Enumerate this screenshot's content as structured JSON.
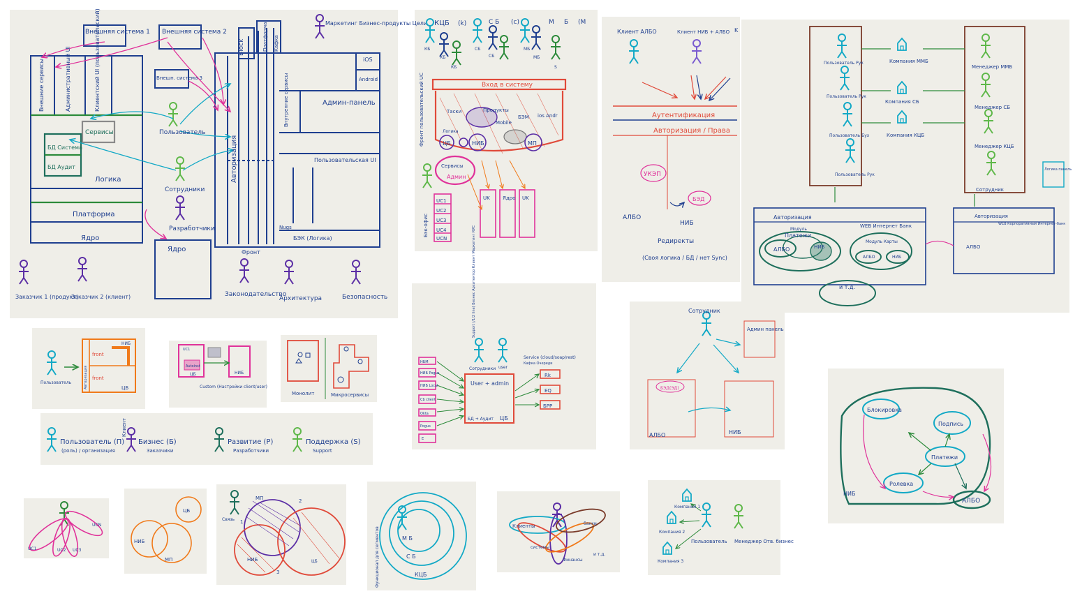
{
  "colors": {
    "blue": "#1f3f8f",
    "teal": "#13a9c6",
    "green": "#2c8a3a",
    "lime": "#5fb84a",
    "purple": "#5b2ea5",
    "pink": "#e0329a",
    "red": "#e04a3a",
    "orange": "#f07a1a",
    "dark": "#1e6f5c",
    "brown": "#7a3b2a",
    "violet": "#7a5bd0",
    "paper": "#efeee8"
  },
  "p1": {
    "ext1": "Внешняя система 1",
    "ext2": "Внешняя система 2",
    "ext3": "Внешн. система 3",
    "external_services": "Внешние сервисы",
    "admin_ui": "Административный UI",
    "client_ui": "Клиентский UI (пользовательский)",
    "services": "Сервисы",
    "db_system": "БД Система",
    "db_audit": "БД Аудит",
    "logic": "Логика",
    "platform": "Платформа",
    "core": "Ядро",
    "user": "Пользователь",
    "employees": "Сотрудники",
    "developers": "Разработчики",
    "core_box": "Ядро",
    "marketing": "Маркетинг Бизнес-продукты Цели",
    "block": "Block",
    "platform_v": "Платформа",
    "kafka": "Кафка",
    "auth": "Авторизация",
    "internal_services": "Внутренние сервисы",
    "admin_panel": "Админ-панель",
    "user_ui": "Пользовательская UI",
    "ios": "iOS",
    "android": "Android",
    "backend": "БЭК (Логика)",
    "nugs": "Nugs",
    "front": "Фронт",
    "customer1": "Заказчик 1 (продукт)",
    "customer2": "Заказчик 2 (клиент)",
    "legislation": "Законодательство",
    "architecture": "Архитектура",
    "security": "Безопасность"
  },
  "p2": {
    "kcb": "КЦБ",
    "k": "(k)",
    "cb": "С Б",
    "c": "(с)",
    "m": "М",
    "b": "Б",
    "im": "(М",
    "label_k1": "КБ",
    "label_k2": "КБ",
    "label_k3": "КБ",
    "label_s1": "СБ",
    "label_s2": "СБ",
    "label_m1": "МБ",
    "label_m2": "МБ",
    "label_s3": "S",
    "login": "Вход в систему",
    "front_uc": "Фронт пользовательский UC",
    "tasks": "Таски",
    "products": "Продукты",
    "mobile": "Mobile",
    "bem": "БЭМ",
    "ios_andr": "ios Andr",
    "logic": "Логика",
    "cb_circle": "ЦБ",
    "nib_circle": "НИБ",
    "mp_circle": "МП",
    "services": "Сервисы",
    "admin": "Админ",
    "backoffice": "Бэк-офис",
    "uc": [
      "UC1",
      "UC2",
      "UC3",
      "UC4",
      "UCN"
    ],
    "uk": "UK",
    "core": "Ядро"
  },
  "p3": {
    "client_albo": "Клиент АЛБО",
    "client_nib": "Клиент НИБ + АЛБО",
    "k": "K",
    "authentication": "Аутентификация",
    "authorization": "Авторизация / Права",
    "ukep": "УКЭП",
    "bed": "БЭД",
    "albo": "АЛБО",
    "nib": "НИБ",
    "redirect": "Редиректы",
    "own_logic": "(Своя логика / БД / нет Sync)"
  },
  "p4": {
    "users": [
      "Пользователь Рук",
      "Пользователь Рук",
      "Пользователь Бух",
      "Пользователь Рук"
    ],
    "companies": [
      "Компания ММБ",
      "Компания СБ",
      "Компания КЦБ"
    ],
    "managers": [
      "Менеджер ММБ",
      "Менеджер СБ",
      "Менеджер КЦБ",
      "Сотрудник"
    ],
    "logic_panel": "Логика панель",
    "authorization": "Авторизация",
    "web_bank": "WEB Интернет Банк",
    "payments": "Платежи",
    "module": "Модуль",
    "albo": "АЛБО",
    "nib": "НИБ",
    "cards": "Модуль Карты",
    "etc": "и т.д.",
    "auth2": "Авторизация",
    "web_bank2": "WEB Корпоративный Интернет-банк"
  },
  "p5": {
    "user": "Пользователь",
    "front1": "front",
    "front2": "front",
    "nib": "НИБ",
    "cb": "ЦБ",
    "auth": "Авторизация"
  },
  "p6": {
    "custom": "Custom (Настройки client/user)",
    "nib": "НИБ",
    "cb": "ЦБ",
    "auto": "Autoinst",
    "uc": "UC1"
  },
  "p7": {
    "monolith": "Монолит",
    "micro": "Микросервисы"
  },
  "p8": {
    "user": "Пользователь (П)",
    "user_sub": "(роль) / организация",
    "client": "Клиент",
    "business": "Бизнес (Б)",
    "business_sub": "Заказчики",
    "dev": "Развитие (Р)",
    "dev_sub": "Разработчики",
    "support": "Поддержка (S)",
    "support_sub": "Support"
  },
  "p9": {
    "support_staff": "Support (/1/2 line) Бизнес Архитектор Клиент Маркетинг КУС",
    "employees": "Сотрудники",
    "user": "user",
    "service": "Service (cloud/soap/rest)",
    "kafka_note": "Кафка Очереди",
    "user_admin": "User + admin",
    "db_audit": "БД + Аудит",
    "cb": "ЦБ",
    "left": [
      "НБМ",
      "НИБ Pogus",
      "НИБ Local",
      "Cb client",
      "Okta",
      "Pogus",
      "E"
    ],
    "right": [
      "Rk",
      "EQ",
      "БРР"
    ]
  },
  "p10": {
    "employee": "Сотрудник",
    "admin_panel": "Админ панель",
    "albo": "АЛБО",
    "nib": "НИБ",
    "bed": "БЭД(ЭД)"
  },
  "p11": {
    "blocking": "Блокировка",
    "signature": "Подпись",
    "payments": "Платежи",
    "roles": "Ролевка",
    "nib": "НИБ",
    "albo": "АЛБО"
  },
  "p12": {
    "uc1": "UC1",
    "uc2": "UC2",
    "uc3": "UC3",
    "ucn": "UCN"
  },
  "p13": {
    "nib": "НИБ",
    "cb": "ЦБ",
    "mp": "МП"
  },
  "p14": {
    "mp": "МП",
    "nib": "НИБ",
    "cb": "ЦБ",
    "senior": "Связь",
    "n1": "1",
    "n2": "2",
    "n3": "3"
  },
  "p15": {
    "mb": "М Б",
    "sb": "С Б",
    "kcb": "КЦБ",
    "func": "Функционал для сегментов"
  },
  "p16": {
    "clients": "Клиенты",
    "systems": "системы",
    "banks": "банки",
    "finance": "Финансы",
    "etc": "и т.д."
  },
  "p17": {
    "company1": "Компания 1",
    "company2": "Компания 2",
    "company3": "Компания 3",
    "user": "Пользователь",
    "manager": "Менеджер Отв. бизнес"
  }
}
